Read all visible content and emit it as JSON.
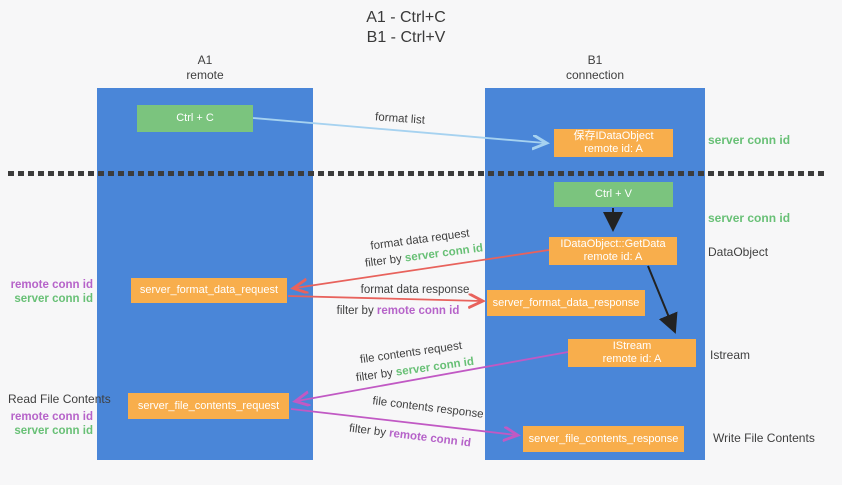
{
  "title": {
    "line1": "A1 - Ctrl+C",
    "line2": "B1 - Ctrl+V"
  },
  "lanes": {
    "left": {
      "name": "A1",
      "role": "remote"
    },
    "right": {
      "name": "B1",
      "role": "connection"
    }
  },
  "boxes": {
    "ctrl_c": {
      "label": "Ctrl + C"
    },
    "ctrl_v": {
      "label": "Ctrl + V"
    },
    "save_idataobject": {
      "line1": "保存IDataObject",
      "line2": "remote id: A"
    },
    "idataobject_getdata": {
      "line1": "IDataObject::GetData",
      "line2": "remote id: A"
    },
    "istream": {
      "line1": "IStream",
      "line2": "remote id: A"
    },
    "server_format_data_request": {
      "label": "server_format_data_request"
    },
    "server_format_data_response": {
      "label": "server_format_data_response"
    },
    "server_file_contents_request": {
      "label": "server_file_contents_request"
    },
    "server_file_contents_response": {
      "label": "server_file_contents_response"
    }
  },
  "arrow_labels": {
    "format_list": "format list",
    "format_data_request": "format data request",
    "format_data_response": "format data response",
    "file_contents_request": "file contents request",
    "file_contents_response": "file contents response",
    "filter_by": "filter by",
    "server_conn_id": "server conn id",
    "remote_conn_id": "remote conn id"
  },
  "side_annotations": {
    "right_server_conn_id_top": "server conn id",
    "right_server_conn_id_mid": "server conn id",
    "right_dataobject": "DataObject",
    "right_istream": "Istream",
    "right_write_file_contents": "Write File Contents",
    "left_remote_conn_id_top": "remote conn id",
    "left_server_conn_id_top": "server conn id",
    "left_read_file_contents": "Read File Contents",
    "left_remote_conn_id_bottom": "remote conn id",
    "left_server_conn_id_bottom": "server conn id"
  },
  "colors": {
    "lane_blue": "#4a86d8",
    "box_green": "#7bc47e",
    "box_orange": "#f8ae4c",
    "arrow_blue": "#a6d2f0",
    "arrow_red": "#e8625c",
    "arrow_purple": "#c159c4",
    "arrow_black": "#222222",
    "text_green": "#68c076",
    "text_purple": "#b663c9",
    "text_dark": "#3f3f3f"
  }
}
